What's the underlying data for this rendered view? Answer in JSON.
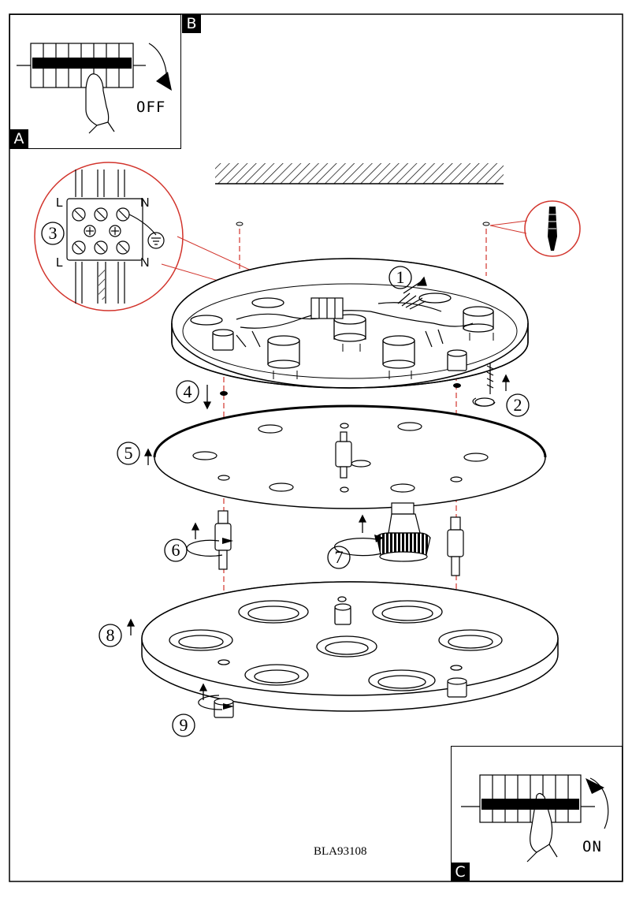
{
  "panels": {
    "a": {
      "tag": "A"
    },
    "b": {
      "tag": "B",
      "switch_label": "OFF"
    },
    "c": {
      "tag": "C",
      "switch_label": "ON"
    }
  },
  "wiring": {
    "terminals_top": [
      "L",
      "N"
    ],
    "terminals_bottom": [
      "L",
      "N"
    ]
  },
  "steps": [
    "1",
    "2",
    "3",
    "4",
    "5",
    "6",
    "7",
    "8",
    "9"
  ],
  "model_code": "BLA93108",
  "colors": {
    "line": "#000000",
    "accent": "#d2342c"
  }
}
